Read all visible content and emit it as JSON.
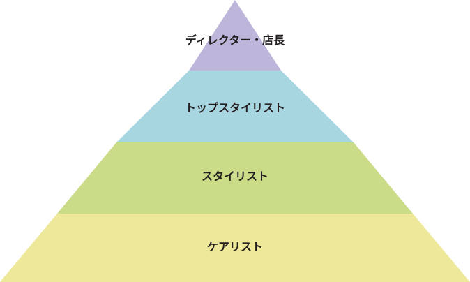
{
  "diagram": {
    "type": "pyramid",
    "levels": [
      {
        "label": "ディレクター・店長",
        "color": "#bdb6da"
      },
      {
        "label": "トップスタイリスト",
        "color": "#a8d6e0"
      },
      {
        "label": "スタイリスト",
        "color": "#cadc88"
      },
      {
        "label": "ケアリスト",
        "color": "#eee89a"
      }
    ]
  }
}
